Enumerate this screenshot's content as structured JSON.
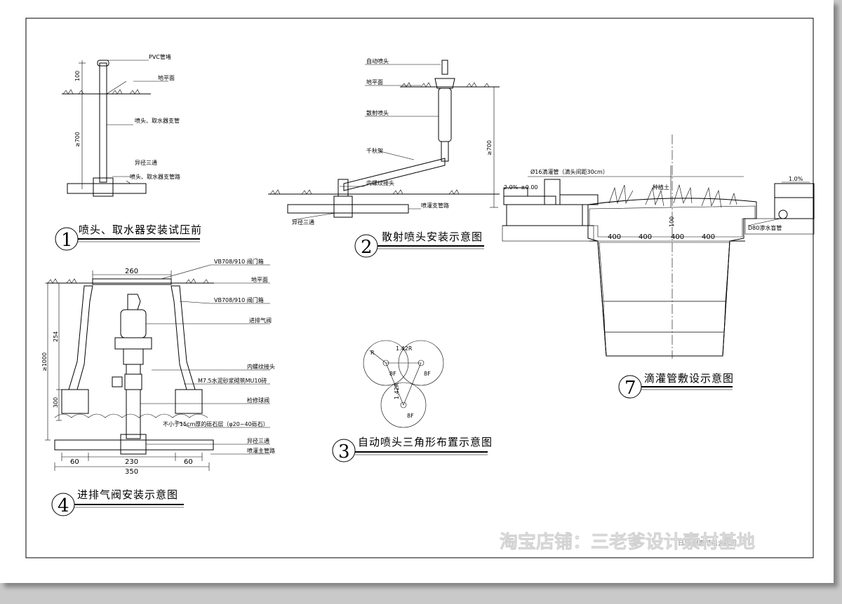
{
  "watermark": "淘宝店铺：三老爹设计素材基地",
  "footer_label": "日记 剖面节点大样图",
  "d1": {
    "num": "1",
    "title": "喷头、取水器安装试压前",
    "labels": [
      "PVC管堵",
      "地平面",
      "喷头、取水器支管",
      "异径三通",
      "喷头、取水器支管路"
    ],
    "dims": [
      "100",
      "≥700"
    ]
  },
  "d2": {
    "num": "2",
    "title": "散射喷头安装示意图",
    "labels": [
      "自动喷头",
      "地平面",
      "散射喷头",
      "千秋架",
      "内螺纹接头",
      "喷灌支管路",
      "异径三通"
    ],
    "dims": [
      "≥700"
    ]
  },
  "d3": {
    "num": "3",
    "title": "自动喷头三角形布置示意图",
    "labels": [
      "1.42R",
      "8F",
      "8F",
      "8F",
      "1.42R",
      "R"
    ]
  },
  "d4": {
    "num": "4",
    "title": "进排气阀安装示意图",
    "labels": [
      "VB708/910 阀门箱",
      "地平面",
      "VB708/910 阀门箱",
      "进排气阀",
      "内螺纹接头",
      "M7.5水泥砂浆砌筑MU10砖",
      "检修球阀",
      "不小于15cm厚的砾石层（φ20~40砾石）",
      "异径三通",
      "喷灌主管路"
    ],
    "dims": [
      "260",
      "254",
      "≥1000",
      "300",
      "60",
      "230",
      "60",
      "350"
    ]
  },
  "d7": {
    "num": "7",
    "title": "滴灌管敷设示意图",
    "labels": [
      "Ø16滴灌管（滴头间距30cm）",
      "2.0%",
      "±0.00",
      "种植土",
      "1.0%",
      "D80渗水盲管"
    ],
    "dims": [
      "400",
      "400",
      "400",
      "400",
      "100"
    ]
  }
}
